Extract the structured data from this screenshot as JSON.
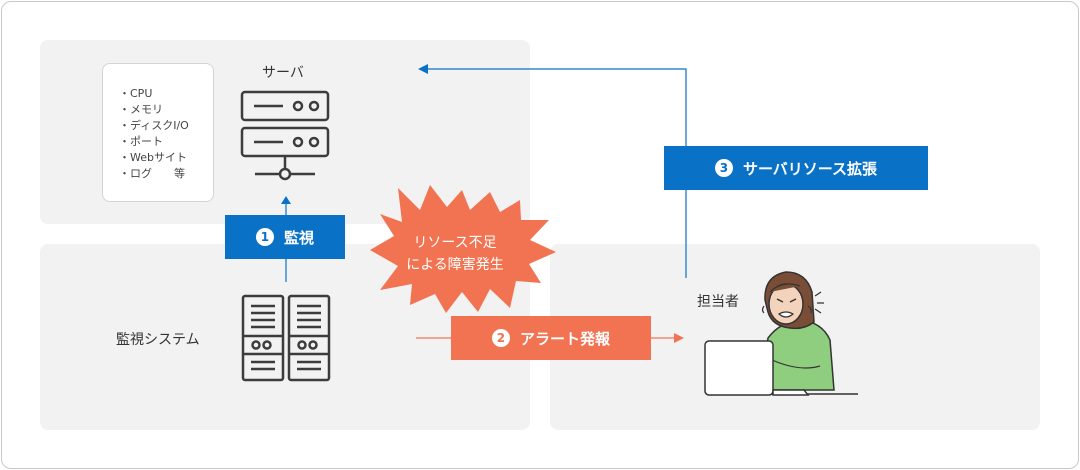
{
  "server": {
    "title": "サーバ",
    "specs": [
      "CPU",
      "メモリ",
      "ディスクI/O",
      "ポート",
      "Webサイト",
      "ログ　　等"
    ]
  },
  "monitoring_system": {
    "title": "監視システム"
  },
  "person": {
    "title": "担当者"
  },
  "steps": [
    {
      "num": "1",
      "label": "監視"
    },
    {
      "num": "2",
      "label": "アラート発報"
    },
    {
      "num": "3",
      "label": "サーバリソース拡張"
    }
  ],
  "incident": {
    "line1": "リソース不足",
    "line2": "による障害発生"
  },
  "colors": {
    "blue": "#0a72c6",
    "orange": "#f27352",
    "panel": "#f2f2f2"
  }
}
